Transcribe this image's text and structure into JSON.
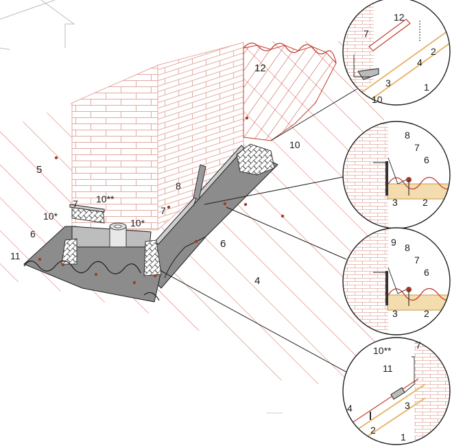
{
  "colors": {
    "brick": "#e2a9a0",
    "hatch": "#e06a5c",
    "membrane": "#8c8c8c",
    "membrane_dark": "#5c5c5c",
    "outline": "#1e1e1e",
    "tile_red": "#c0392b",
    "bolt": "#a33a26",
    "gold": "#e6b870"
  },
  "main_labels": {
    "l12": "12",
    "l10_top": "10",
    "l5": "5",
    "l8": "8",
    "l7_mid": "7",
    "l10ss": "10**",
    "l7_left": "7",
    "l10s_left": "10*",
    "l10s_mid": "10*",
    "l6_left": "6",
    "l11": "11",
    "l6_right": "6",
    "l4": "4"
  },
  "detail1": {
    "l12": "12",
    "l7": "7",
    "l2": "2",
    "l4": "4",
    "l3": "3",
    "l1": "1",
    "l10": "10"
  },
  "detail2": {
    "l8": "8",
    "l7": "7",
    "l6": "6",
    "l3": "3",
    "l2": "2"
  },
  "detail3": {
    "l9": "9",
    "l8": "8",
    "l7": "7",
    "l6": "6",
    "l3": "3",
    "l2": "2"
  },
  "detail4": {
    "l10ss": "10**",
    "l7": "7",
    "l11": "11",
    "l4": "4",
    "l3": "3",
    "l2": "2",
    "l1": "1"
  }
}
